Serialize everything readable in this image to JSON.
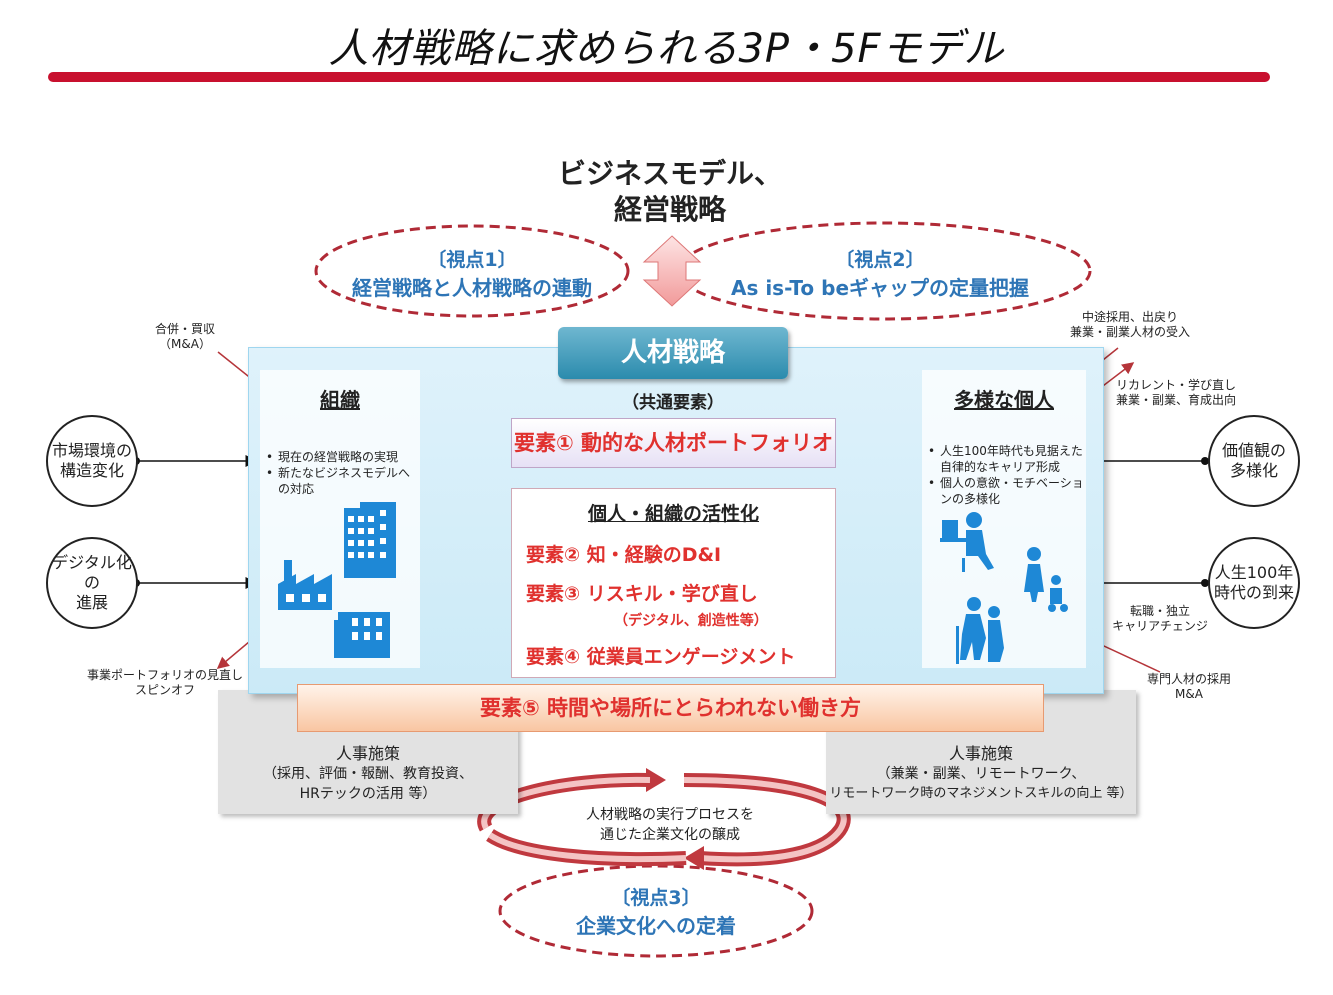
{
  "title": "人材戦略に求められる3P・5Fモデル",
  "colors": {
    "accent_red": "#c8102e",
    "element_red": "#e0312e",
    "perspective_blue": "#2e75b6",
    "strategy_teal": "#2b8bad"
  },
  "business_model": {
    "line1": "ビジネスモデル、",
    "line2": "経営戦略"
  },
  "perspective1": {
    "tag": "〔視点1〕",
    "text": "経営戦略と人材戦略の連動"
  },
  "perspective2": {
    "tag": "〔視点2〕",
    "text": "As is-To beギャップの定量把握"
  },
  "perspective3": {
    "tag": "〔視点3〕",
    "text": "企業文化への定着"
  },
  "strategy_title": "人材戦略",
  "organization": {
    "heading": "組織",
    "bullets": [
      "現在の経営戦略の実現",
      "新たなビジネスモデルへの対応"
    ]
  },
  "individual": {
    "heading": "多様な個人",
    "bullets": [
      "人生100年時代も見据えた自律的なキャリア形成",
      "個人の意欲・モチベーションの多様化"
    ]
  },
  "common_label": "（共通要素）",
  "element1": "要素①  動的な人材ポートフォリオ",
  "activation": {
    "heading": "個人・組織の活性化",
    "element2": "要素②  知・経験のD&I",
    "element3": "要素③  リスキル・学び直し",
    "element3_sub": "（デジタル、創造性等）",
    "element4": "要素④  従業員エンゲージメント"
  },
  "element5": "要素⑤  時間や場所にとらわれない働き方",
  "hr_left": {
    "label": "人事施策",
    "detail_line1": "（採用、評価・報酬、教育投資、",
    "detail_line2": "HRテックの活用 等）"
  },
  "hr_right": {
    "label": "人事施策",
    "detail_line1": "（兼業・副業、リモートワーク、",
    "detail_line2": "リモートワーク時のマネジメントスキルの向上 等）"
  },
  "culture": {
    "line1": "人材戦略の実行プロセスを",
    "line2": "通じた企業文化の醸成"
  },
  "circles": {
    "market": {
      "line1": "市場環境の",
      "line2": "構造変化"
    },
    "digital": {
      "line1": "デジタル化の",
      "line2": "進展"
    },
    "values": {
      "line1": "価値観の",
      "line2": "多様化"
    },
    "life100": {
      "line1": "人生100年",
      "line2": "時代の到来"
    }
  },
  "annotations": {
    "merger": {
      "line1": "合併・買収",
      "line2": "（M&A）"
    },
    "portfolio": {
      "line1": "事業ポートフォリオの見直し",
      "line2": "スピンオフ"
    },
    "midcareer": {
      "line1": "中途採用、出戻り",
      "line2": "兼業・副業人材の受入"
    },
    "recurrent": {
      "line1": "リカレント・学び直し",
      "line2": "兼業・副業、育成出向"
    },
    "jobchange": {
      "line1": "転職・独立",
      "line2": "キャリアチェンジ"
    },
    "specialist": {
      "line1": "専門人材の採用",
      "line2": "M&A"
    }
  }
}
